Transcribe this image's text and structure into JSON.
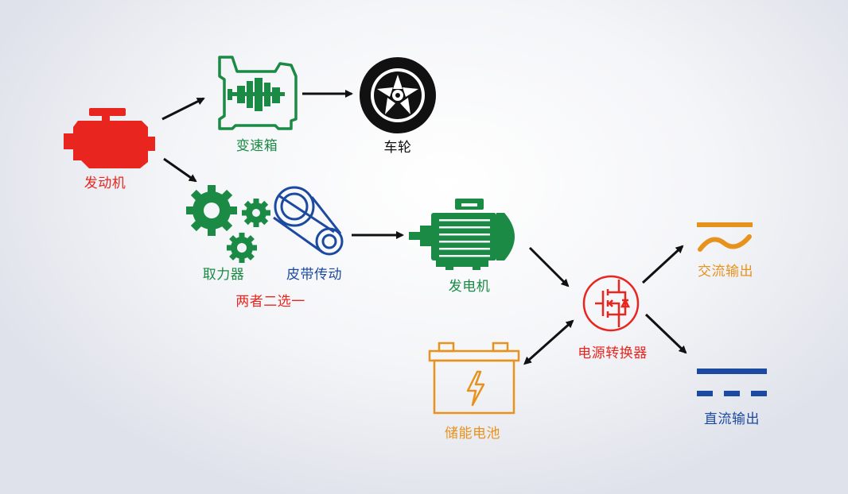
{
  "colors": {
    "engine": "#e8251f",
    "gearbox": "#1a8a45",
    "wheel": "#111111",
    "pto": "#1a8a45",
    "belt": "#1b4aa0",
    "generator": "#1a8a45",
    "converter": "#e8251f",
    "battery": "#e8921e",
    "ac": "#e8921e",
    "dc": "#1b4aa0",
    "arrow": "#111111"
  },
  "labels": {
    "engine": "发动机",
    "gearbox": "变速箱",
    "wheel": "车轮",
    "pto": "取力器",
    "belt": "皮带传动",
    "choice": "两者二选一",
    "generator": "发电机",
    "converter": "电源转换器",
    "battery": "储能电池",
    "ac": "交流输出",
    "dc": "直流输出"
  },
  "icons": {
    "engine": "engine-icon",
    "gearbox": "gearbox-icon",
    "wheel": "wheel-icon",
    "pto": "gears-icon",
    "belt": "belt-pulley-icon",
    "generator": "electric-motor-icon",
    "converter": "mosfet-icon",
    "battery": "battery-icon",
    "ac": "ac-wave-icon",
    "dc": "dc-lines-icon"
  }
}
